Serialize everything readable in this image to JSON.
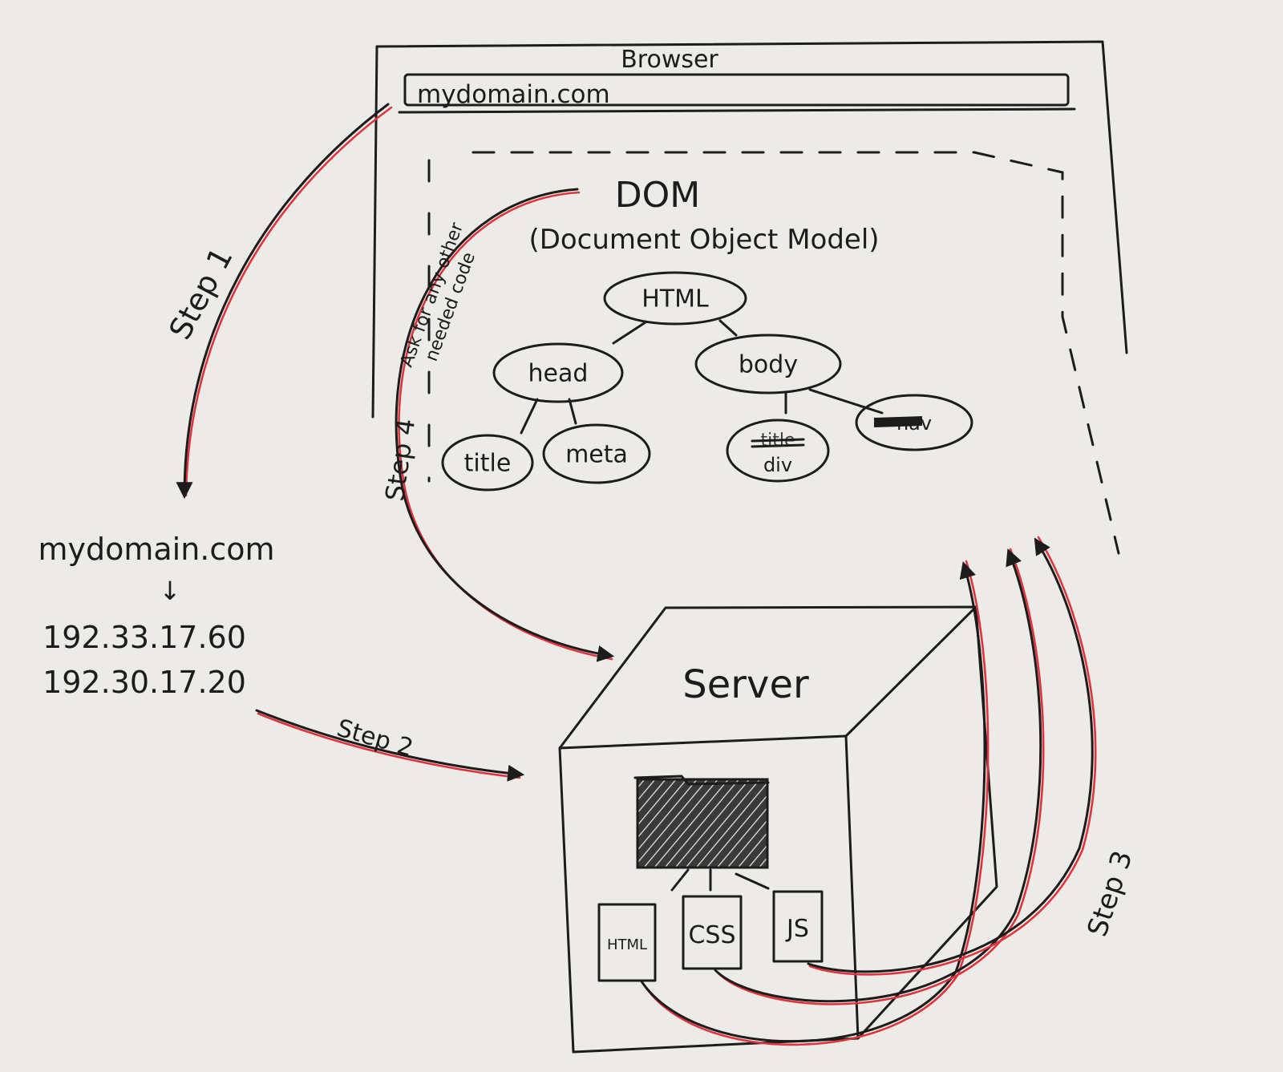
{
  "browser": {
    "title": "Browser",
    "address": "mydomain.com"
  },
  "dom": {
    "title": "DOM",
    "subtitle": "(Document Object Model)"
  },
  "tree": {
    "root": "HTML",
    "head": "head",
    "body": "body",
    "title_node": "title",
    "meta_node": "meta",
    "div_node": "div",
    "scratched_1": "title",
    "scratched_2": "nav"
  },
  "dns": {
    "domain": "mydomain.com",
    "arrow": "↓",
    "ip1": "192.33.17.60",
    "ip2": "192.30.17.20"
  },
  "server": {
    "label": "Server",
    "files": [
      "HTML",
      "CSS",
      "JS"
    ]
  },
  "steps": {
    "step1": "Step 1",
    "step2": "Step 2",
    "step3": "Step 3",
    "step4": "Step 4",
    "step4_note_line1": "Ask for any other",
    "step4_note_line2": "needed code"
  },
  "colors": {
    "ink": "#1c1c1c",
    "red": "#e0343c",
    "paper": "#ecebe8"
  }
}
